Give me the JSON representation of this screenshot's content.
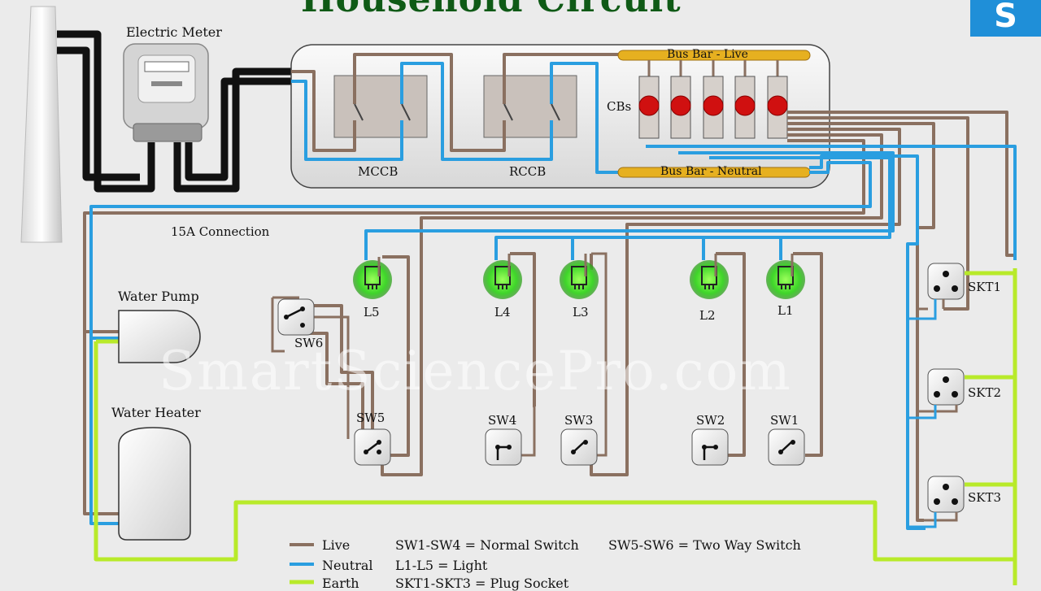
{
  "title": "Household Circuit",
  "logo_letter": "S",
  "watermark": "SmartSciencePro.com",
  "meter_label": "Electric Meter",
  "panel": {
    "bus_live": "Bus Bar - Live",
    "bus_neutral": "Bus Bar - Neutral",
    "cbs": "CBs",
    "mccb": "MCCB",
    "rccb": "RCCB"
  },
  "connection_label": "15A Connection",
  "appliances": {
    "pump": "Water Pump",
    "heater": "Water Heater"
  },
  "lights": [
    "L5",
    "L4",
    "L3",
    "L2",
    "L1"
  ],
  "switches": [
    "SW6",
    "SW5",
    "SW4",
    "SW3",
    "SW2",
    "SW1"
  ],
  "sockets": [
    "SKT1",
    "SKT2",
    "SKT3"
  ],
  "legend": {
    "live": "Live",
    "neutral": "Neutral",
    "earth": "Earth",
    "normal_switch": "SW1-SW4 = Normal Switch",
    "two_way": "SW5-SW6 = Two Way Switch",
    "light": "L1-L5 = Light",
    "socket": "SKT1-SKT3 = Plug Socket"
  },
  "colors": {
    "live": "#8a7060",
    "neutral": "#2a9ee0",
    "earth": "#b8ea2a",
    "glow": "#3fd62a",
    "breaker": "#d01010",
    "busbar": "#e6b020"
  }
}
